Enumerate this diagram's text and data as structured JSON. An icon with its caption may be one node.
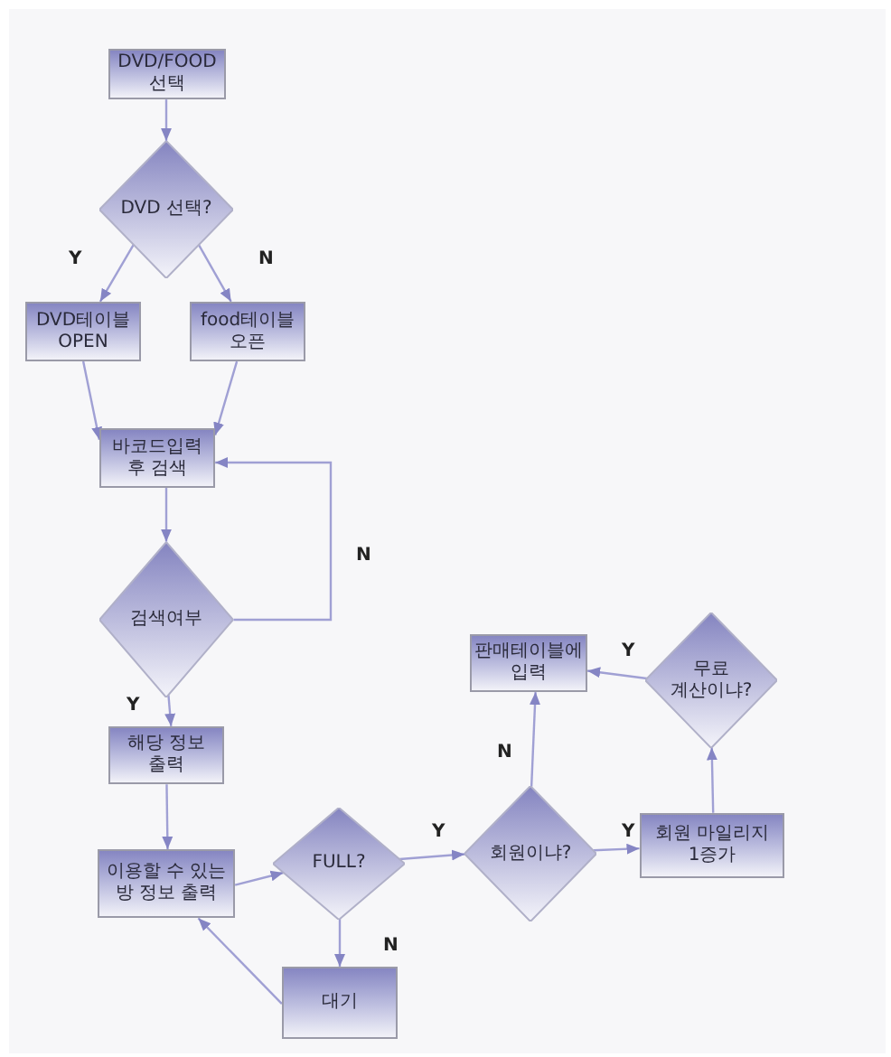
{
  "diagram": {
    "nodes": [
      {
        "text": [
          "DVD/FOOD 선택"
        ]
      },
      {
        "text": [
          "DVD 선택?"
        ]
      },
      {
        "text": [
          "DVD테이블 OPEN"
        ]
      },
      {
        "text": [
          "food테이블 오픈"
        ]
      },
      {
        "text": [
          "바코드입력 후 검색"
        ]
      },
      {
        "text": [
          "검색여부"
        ]
      },
      {
        "text": [
          "해당 정보 출력"
        ]
      },
      {
        "text": [
          "이용할 수 있는 방 정보 출력"
        ]
      },
      {
        "text": [
          "FULL?"
        ]
      },
      {
        "text": [
          "대기"
        ]
      },
      {
        "text": [
          "판매테이블에 입력"
        ]
      },
      {
        "text": [
          "회원이냐?"
        ]
      },
      {
        "text": [
          "회원 마일리지 1증가"
        ]
      },
      {
        "text": [
          "무료 계산이냐?"
        ]
      }
    ],
    "edges": [
      {
        "from": 0,
        "to": 1,
        "arrow": "to"
      },
      {
        "from": 1,
        "to": 2,
        "arrow": "to",
        "label": "Y"
      },
      {
        "from": 1,
        "to": 3,
        "arrow": "to",
        "label": "N"
      },
      {
        "from": 2,
        "to": 4,
        "arrow": "to"
      },
      {
        "from": 3,
        "to": 4,
        "arrow": "to"
      },
      {
        "from": 5,
        "to": 4,
        "arrow": "to",
        "label": "N"
      },
      {
        "from": 4,
        "to": 5,
        "arrow": "to"
      },
      {
        "from": 5,
        "to": 6,
        "arrow": "to",
        "label": "Y"
      },
      {
        "from": 6,
        "to": 7,
        "arrow": "to"
      },
      {
        "from": 7,
        "to": 8,
        "arrow": "to"
      },
      {
        "from": 8,
        "to": 11,
        "arrow": "to",
        "label": "Y"
      },
      {
        "from": 8,
        "to": 9,
        "arrow": "to",
        "label": "N"
      },
      {
        "from": 9,
        "to": 7,
        "arrow": "to"
      },
      {
        "from": 11,
        "to": 10,
        "arrow": "to",
        "label": "N"
      },
      {
        "from": 11,
        "to": 12,
        "arrow": "to",
        "label": "Y"
      },
      {
        "from": 12,
        "to": 13,
        "arrow": "to"
      },
      {
        "from": 13,
        "to": 10,
        "arrow": "to",
        "label": "Y"
      }
    ]
  }
}
